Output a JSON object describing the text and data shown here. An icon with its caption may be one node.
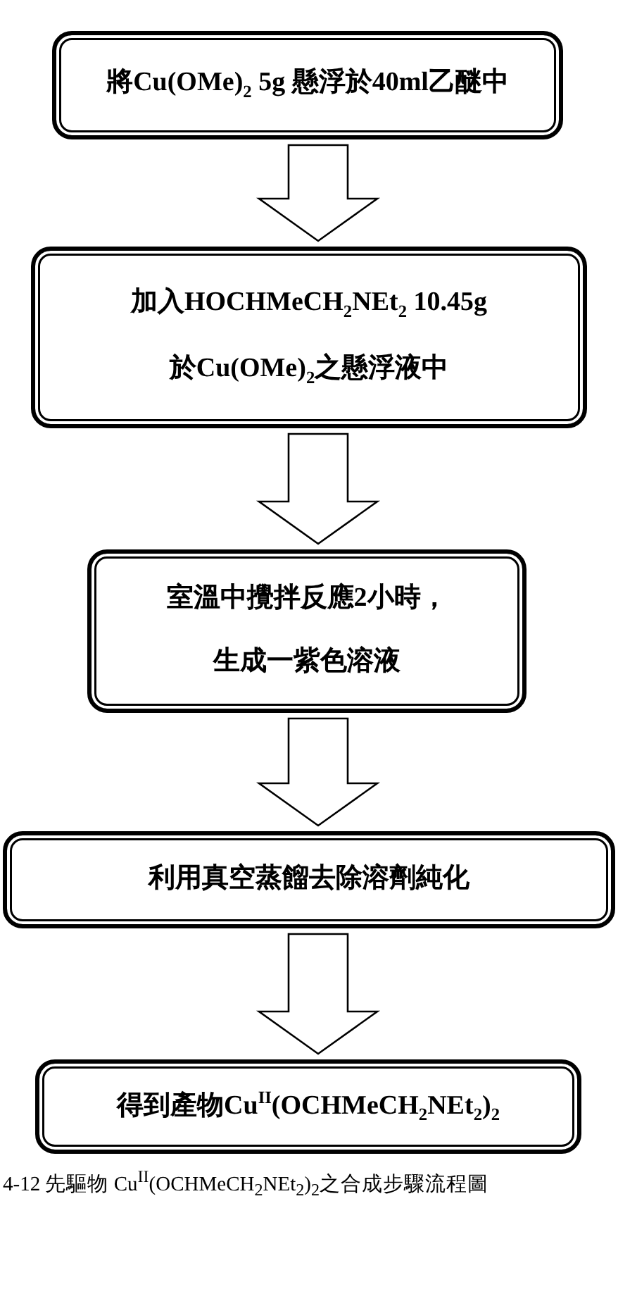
{
  "diagram": {
    "caption": "4-12 先驅物 Cu$^{II}$(OCHMeCH$_{2}$NEt$_{2}$)$_{2}$之合成步驟流程圖",
    "nodes": [
      {
        "text": [
          "將Cu(OMe)$_{2}$ 5g 懸浮於40ml乙醚中"
        ]
      },
      {
        "text": [
          "加入HOCHMeCH$_{2}$NEt$_{2}$ 10.45g",
          "於Cu(OMe)$_{2}$之懸浮液中"
        ]
      },
      {
        "text": [
          "室溫中攪拌反應2小時，",
          "生成一紫色溶液"
        ]
      },
      {
        "text": [
          "利用真空蒸餾去除溶劑純化"
        ]
      },
      {
        "text": [
          "得到產物Cu$^{II}$(OCHMeCH$_{2}$NEt$_{2}$)$_{2}$"
        ]
      }
    ],
    "edges": [
      {
        "from": 0,
        "to": 1,
        "arrow": "to"
      },
      {
        "from": 1,
        "to": 2,
        "arrow": "to"
      },
      {
        "from": 2,
        "to": 3,
        "arrow": "to"
      },
      {
        "from": 3,
        "to": 4,
        "arrow": "to"
      }
    ]
  }
}
